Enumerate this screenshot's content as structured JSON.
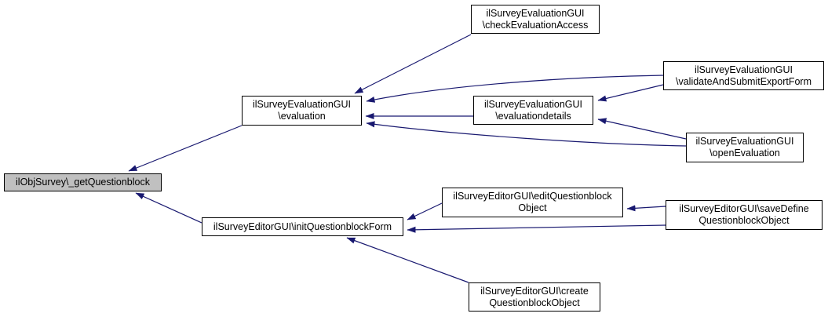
{
  "diagram": {
    "kind": "caller-graph",
    "colors": {
      "edge": "#191970",
      "node_border": "#000000",
      "node_fill": "#ffffff",
      "highlight_fill": "#c0c0c0",
      "text": "#000000",
      "background": "#ffffff"
    },
    "nodes": [
      {
        "id": "getQuestionblock",
        "label": "ilObjSurvey\\_getQuestionblock",
        "highlighted": true
      },
      {
        "id": "evaluation",
        "label": "ilSurveyEvaluationGUI\n\\evaluation",
        "highlighted": false
      },
      {
        "id": "checkEvaluationAccess",
        "label": "ilSurveyEvaluationGUI\n\\checkEvaluationAccess",
        "highlighted": false
      },
      {
        "id": "validateAndSubmitExportForm",
        "label": "ilSurveyEvaluationGUI\n\\validateAndSubmitExportForm",
        "highlighted": false
      },
      {
        "id": "evaluationdetails",
        "label": "ilSurveyEvaluationGUI\n\\evaluationdetails",
        "highlighted": false
      },
      {
        "id": "openEvaluation",
        "label": "ilSurveyEvaluationGUI\n\\openEvaluation",
        "highlighted": false
      },
      {
        "id": "initQuestionblockForm",
        "label": "ilSurveyEditorGUI\\initQuestionblockForm",
        "highlighted": false
      },
      {
        "id": "editQuestionblockObject",
        "label": "ilSurveyEditorGUI\\editQuestionblock\nObject",
        "highlighted": false
      },
      {
        "id": "saveDefineQuestionblockObject",
        "label": "ilSurveyEditorGUI\\saveDefine\nQuestionblockObject",
        "highlighted": false
      },
      {
        "id": "createQuestionblockObject",
        "label": "ilSurveyEditorGUI\\create\nQuestionblockObject",
        "highlighted": false
      }
    ],
    "edges": [
      {
        "from": "evaluation",
        "to": "getQuestionblock"
      },
      {
        "from": "initQuestionblockForm",
        "to": "getQuestionblock"
      },
      {
        "from": "checkEvaluationAccess",
        "to": "evaluation"
      },
      {
        "from": "validateAndSubmitExportForm",
        "to": "evaluation"
      },
      {
        "from": "evaluationdetails",
        "to": "evaluation"
      },
      {
        "from": "openEvaluation",
        "to": "evaluation"
      },
      {
        "from": "validateAndSubmitExportForm",
        "to": "evaluationdetails"
      },
      {
        "from": "openEvaluation",
        "to": "evaluationdetails"
      },
      {
        "from": "editQuestionblockObject",
        "to": "initQuestionblockForm"
      },
      {
        "from": "saveDefineQuestionblockObject",
        "to": "editQuestionblockObject"
      },
      {
        "from": "saveDefineQuestionblockObject",
        "to": "initQuestionblockForm"
      },
      {
        "from": "createQuestionblockObject",
        "to": "initQuestionblockForm"
      }
    ]
  }
}
